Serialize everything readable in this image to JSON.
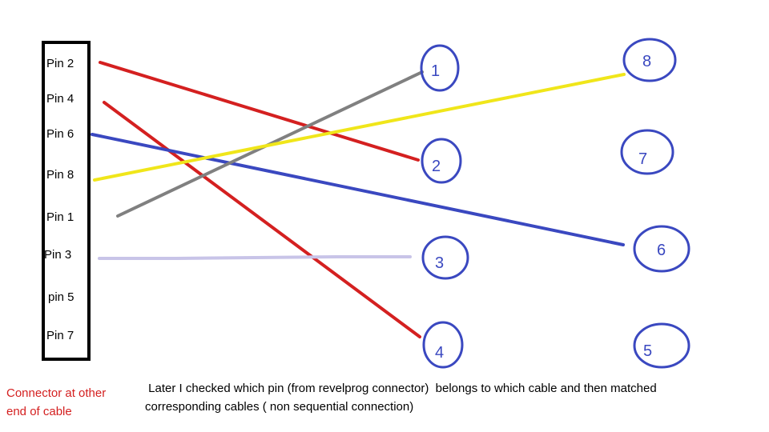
{
  "connector": {
    "pins": [
      "Pin 2",
      "Pin 4",
      "Pin 6",
      "Pin 8",
      "Pin 1",
      "Pin 3",
      "pin 5",
      "Pin 7"
    ],
    "caption_line1": "Connector  at other",
    "caption_line2": "end of cable"
  },
  "nodes": [
    "1",
    "2",
    "3",
    "4",
    "8",
    "7",
    "6",
    "5"
  ],
  "wires": [
    {
      "from": "Pin 2",
      "to": "2",
      "color": "#d42020"
    },
    {
      "from": "Pin 4",
      "to": "4",
      "color": "#d42020"
    },
    {
      "from": "Pin 6",
      "to": "6",
      "color": "#3a48c0"
    },
    {
      "from": "Pin 8",
      "to": "8",
      "color": "#f0e61a"
    },
    {
      "from": "Pin 1",
      "to": "1",
      "color": "#808080"
    },
    {
      "from": "Pin 3",
      "to": "3",
      "color": "#c8c4e8"
    }
  ],
  "note": {
    "line1": " Later I checked which pin (from revelprog connector)  belongs to which cable and then matched",
    "line2": "corresponding cables ( non sequential connection)"
  },
  "colors": {
    "node_outline": "#3a48c0",
    "caption_red": "#d42020"
  }
}
